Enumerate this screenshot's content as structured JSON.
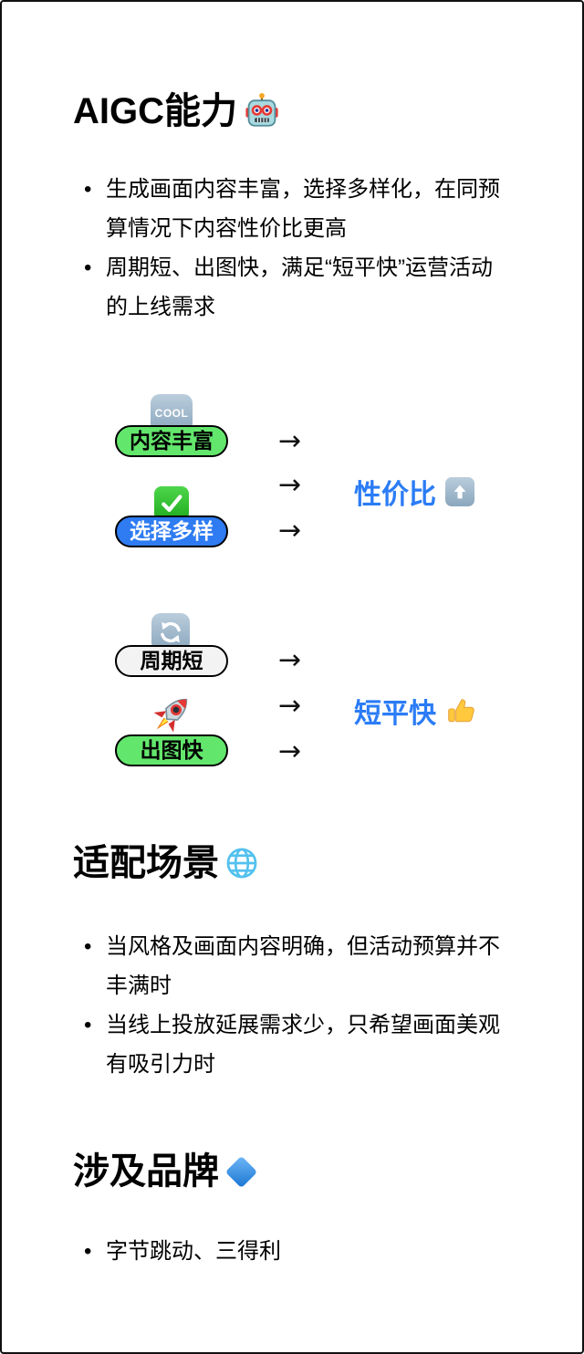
{
  "aigc": {
    "title": "AIGC能力",
    "title_icon": "robot-icon",
    "bullets": [
      "生成画面内容丰富，选择多样化，在同预算情况下内容性价比更高",
      "周期短、出图快，满足“短平快”运营活动的上线需求"
    ]
  },
  "diagram": {
    "arrow_char": "→",
    "groups": [
      {
        "pills": [
          {
            "label": "内容丰富",
            "icon": "cool-button-icon",
            "icon_label": "COOL",
            "bg": "#63E66C"
          },
          {
            "label": "选择多样",
            "icon": "check-mark-icon",
            "bg": "#2E7BF2"
          }
        ],
        "result": {
          "label": "性价比",
          "icon": "up-arrow-button-icon",
          "color": "#2B7CF6"
        }
      },
      {
        "pills": [
          {
            "label": "周期短",
            "icon": "refresh-arrows-icon",
            "bg": "#F3F3F3"
          },
          {
            "label": "出图快",
            "icon": "rocket-icon",
            "bg": "#63E66C"
          }
        ],
        "result": {
          "label": "短平快",
          "icon": "thumbs-up-icon",
          "color": "#2B7CF6"
        }
      }
    ]
  },
  "scenarios": {
    "title": "适配场景",
    "title_icon": "globe-icon",
    "bullets": [
      "当风格及画面内容明确，但活动预算并不丰满时",
      "当线上投放延展需求少，只希望画面美观有吸引力时"
    ]
  },
  "brands": {
    "title": "涉及品牌",
    "title_icon": "blue-diamond-icon",
    "bullets": [
      "字节跳动、三得利"
    ]
  },
  "colors": {
    "accent_blue_text": "#2B7CF6",
    "pill_green": "#63E66C",
    "pill_blue": "#2E7BF2",
    "pill_gray": "#F3F3F3",
    "page_border": "#111111"
  }
}
